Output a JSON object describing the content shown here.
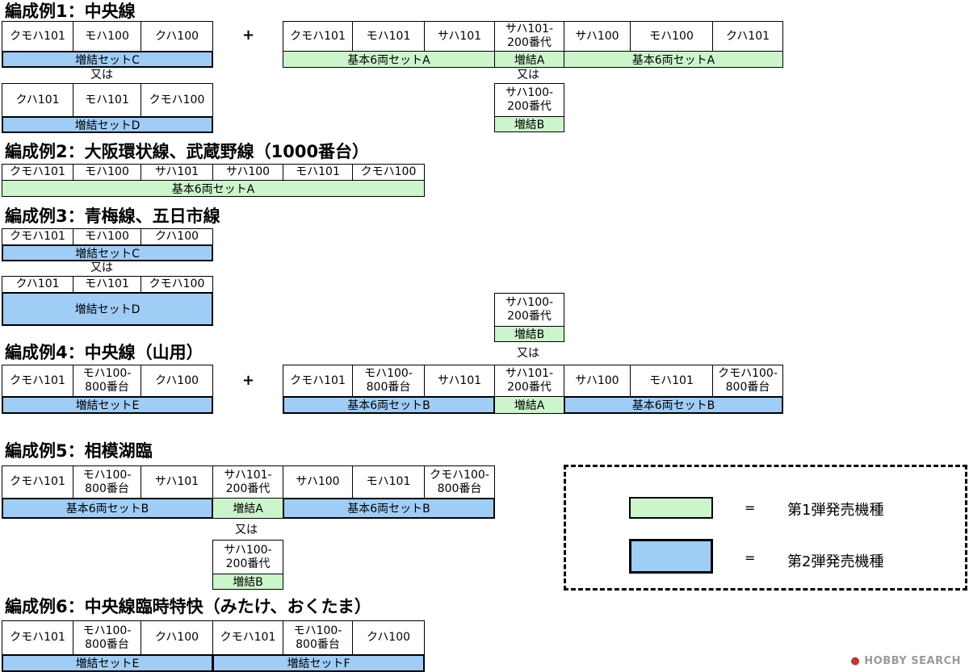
{
  "sections": [
    {
      "title": "編成例1：中央線"
    },
    {
      "title": "編成例2：大阪環状線、武蔵野線（1000番台）"
    },
    {
      "title": "編成例3：青梅線、五日市線"
    },
    {
      "title": "編成例4：中央線（山用）"
    },
    {
      "title": "編成例5：相模湖臨"
    },
    {
      "title": "編成例6：中央線臨時特快（みたけ、おくたま）"
    }
  ],
  "cars": [
    "クモハ101",
    "モハ100",
    "クハ100",
    "クハ101",
    "モハ101",
    "クモハ100",
    "サハ101",
    "サハ101-\n200番代",
    "サハ100",
    "サハ100-\n200番代",
    "モハ100-\n800番台",
    "クモハ100-\n800番台"
  ],
  "sets": {
    "A": "基本6両セットA",
    "B": "基本6両セットB",
    "zA": "増結A",
    "zB": "増結B",
    "C": "増結セットC",
    "D": "増結セットD",
    "E": "増結セットE",
    "F": "増結セットF"
  },
  "labels": {
    "or": "又は",
    "plus": "+"
  },
  "colors": {
    "first_release": "#ccf5cc",
    "second_release": "#9fcdf6"
  },
  "legend": {
    "eq": "=",
    "first": "第1弾発売機種",
    "second": "第2弾発売機種"
  },
  "logo": "HOBBY SEARCH"
}
